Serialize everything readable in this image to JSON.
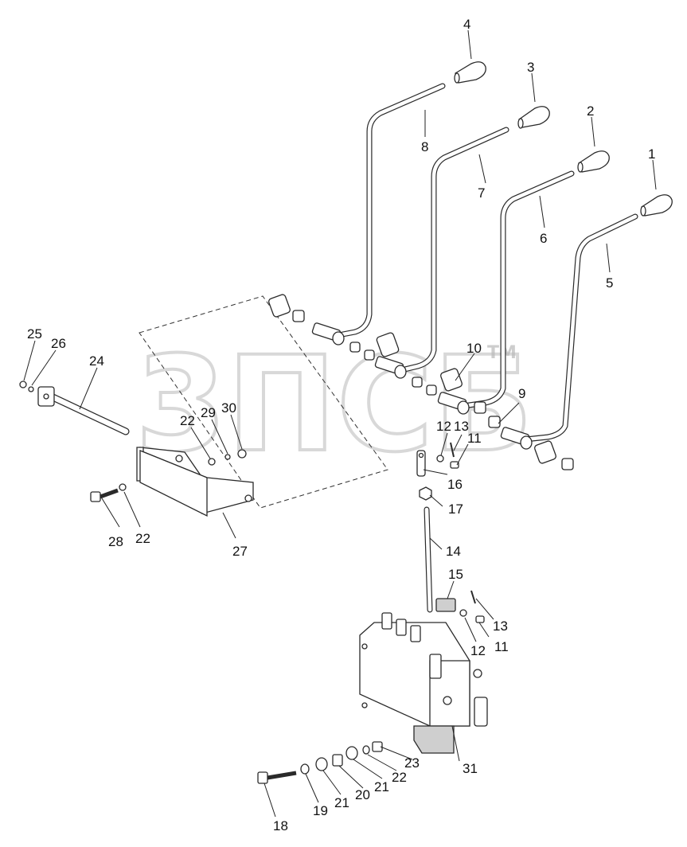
{
  "watermark": {
    "text": "3ПСБ",
    "tm": "TM"
  },
  "callouts": {
    "c1": "1",
    "c2": "2",
    "c3": "3",
    "c4": "4",
    "c5": "5",
    "c6": "6",
    "c7": "7",
    "c8": "8",
    "c9": "9",
    "c10": "10",
    "c11a": "11",
    "c11b": "11",
    "c12a": "12",
    "c12b": "12",
    "c13a": "13",
    "c13b": "13",
    "c14": "14",
    "c15": "15",
    "c16": "16",
    "c17": "17",
    "c18": "18",
    "c19": "19",
    "c20": "20",
    "c21a": "21",
    "c21b": "21",
    "c22a": "22",
    "c22b": "22",
    "c22c": "22",
    "c23": "23",
    "c24": "24",
    "c25": "25",
    "c26": "26",
    "c27": "27",
    "c28": "28",
    "c29": "29",
    "c30": "30",
    "c31": "31"
  }
}
